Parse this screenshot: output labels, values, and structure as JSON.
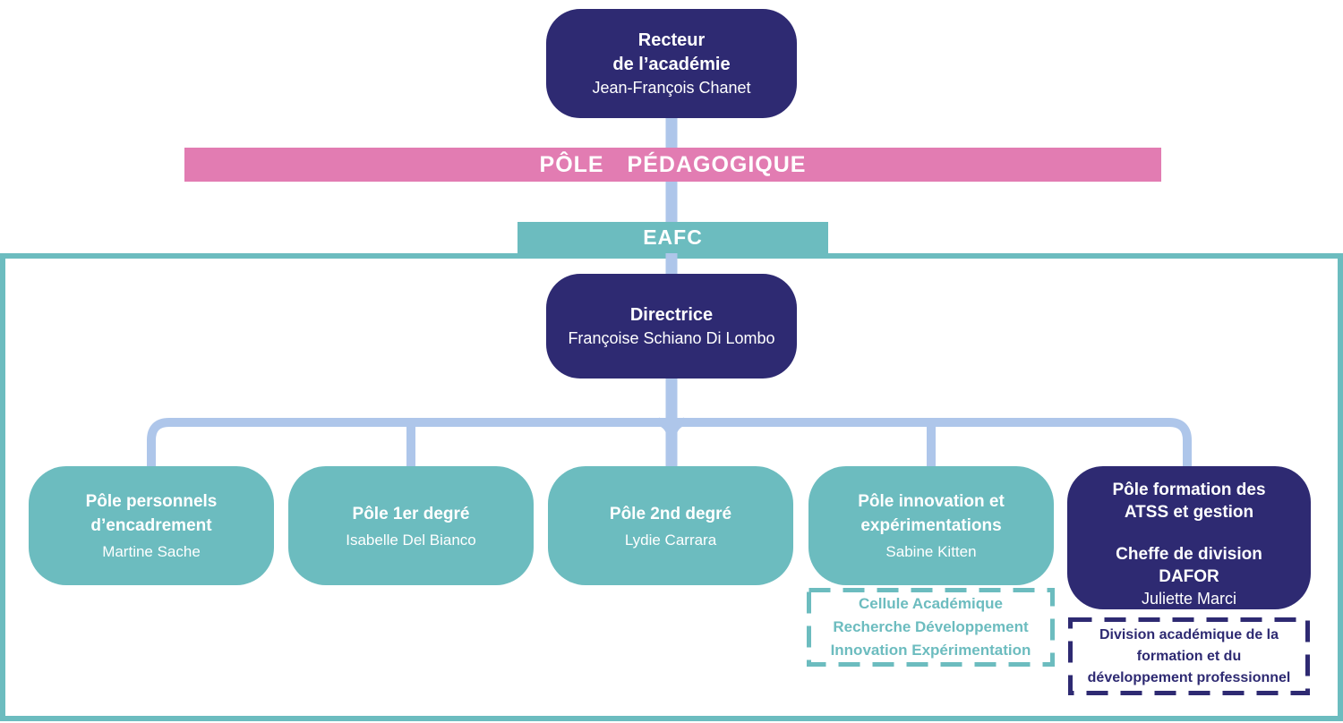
{
  "palette": {
    "navy": "#2e2a72",
    "teal": "#6cbcbf",
    "pink": "#e27cb2",
    "connector_blue": "#aec6ea",
    "text_on_color": "#ffffff"
  },
  "recteur": {
    "title_lines": [
      "Recteur",
      "de l’académie"
    ],
    "name": "Jean-François Chanet"
  },
  "banners": {
    "pole_pedagogique": "PÔLE PÉDAGOGIQUE",
    "eafc": "EAFC"
  },
  "directrice": {
    "title": "Directrice",
    "name": "Françoise Schiano Di Lombo"
  },
  "poles": [
    {
      "title_lines": [
        "Pôle personnels",
        "d’encadrement"
      ],
      "name": "Martine Sache"
    },
    {
      "title_lines": [
        "Pôle 1er degré"
      ],
      "name": "Isabelle Del Bianco"
    },
    {
      "title_lines": [
        "Pôle 2nd degré"
      ],
      "name": "Lydie Carrara"
    },
    {
      "title_lines": [
        "Pôle innovation et",
        "expérimentations"
      ],
      "name": "Sabine Kitten"
    },
    {
      "title_lines": [
        "Pôle formation des",
        "ATSS et gestion"
      ],
      "subtitle_lines": [
        "Cheffe de division",
        "DAFOR"
      ],
      "name": "Juliette Marci"
    }
  ],
  "cards": {
    "cardie": {
      "lines": [
        "Cellule Académique",
        "Recherche Développement",
        "Innovation Expérimentation"
      ]
    },
    "dafor": {
      "lines": [
        "Division académique de la",
        "formation et du",
        "développement professionnel"
      ]
    }
  }
}
